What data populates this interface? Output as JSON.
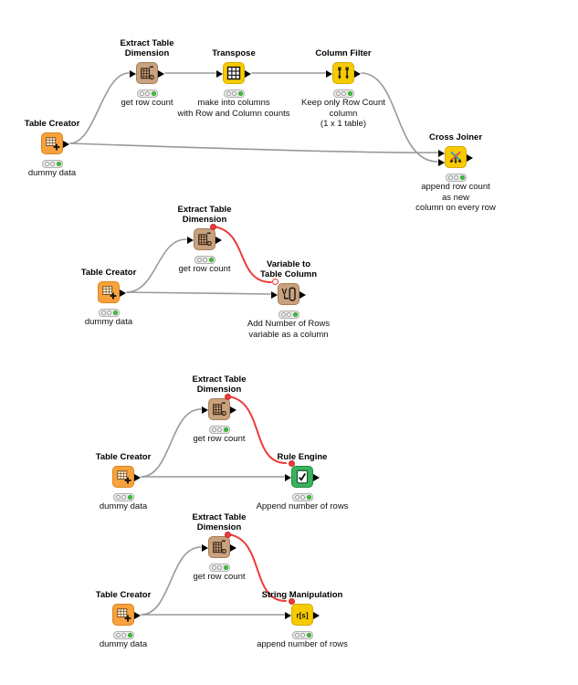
{
  "app": {
    "name": "KNIME workflow editor canvas"
  },
  "colors": {
    "source_node": "#F9A13C",
    "manipulator_tan": "#C8A17E",
    "manipulator_yellow": "#F7CB00",
    "manipulator_green": "#39B25E",
    "flow_variable_red": "#EE3A3A",
    "connection_grey": "#999999",
    "traffic_light_green": "#3EC63E"
  },
  "nodes": [
    {
      "name": "Table Creator",
      "title": [
        "Table Creator"
      ],
      "label": [
        "dummy data"
      ],
      "status": "executed"
    },
    {
      "name": "Extract Table Dimension",
      "title": [
        "Extract Table",
        "Dimension"
      ],
      "label": [
        "get row count"
      ],
      "status": "executed"
    },
    {
      "name": "Transpose",
      "title": [
        "Transpose"
      ],
      "label": [
        "make into columns",
        "with Row and Column counts"
      ],
      "status": "executed"
    },
    {
      "name": "Column Filter",
      "title": [
        "Column Filter"
      ],
      "label": [
        "Keep only Row Count",
        "column",
        "(1 x 1 table)"
      ],
      "status": "executed"
    },
    {
      "name": "Cross Joiner",
      "title": [
        "Cross Joiner"
      ],
      "label": [
        "append row count",
        "as new",
        "column on every row"
      ],
      "status": "executed"
    },
    {
      "name": "Table Creator",
      "title": [
        "Table Creator"
      ],
      "label": [
        "dummy data"
      ],
      "status": "executed"
    },
    {
      "name": "Extract Table Dimension",
      "title": [
        "Extract Table",
        "Dimension"
      ],
      "label": [
        "get row count"
      ],
      "status": "executed"
    },
    {
      "name": "Variable to Table Column",
      "title": [
        "Variable to",
        "Table Column"
      ],
      "label": [
        "Add Number of Rows",
        "variable as a column"
      ],
      "status": "executed"
    },
    {
      "name": "Table Creator",
      "title": [
        "Table Creator"
      ],
      "label": [
        "dummy data"
      ],
      "status": "executed"
    },
    {
      "name": "Extract Table Dimension",
      "title": [
        "Extract Table",
        "Dimension"
      ],
      "label": [
        "get row count"
      ],
      "status": "executed"
    },
    {
      "name": "Rule Engine",
      "title": [
        "Rule Engine"
      ],
      "label": [
        "Append number of rows"
      ],
      "status": "executed"
    },
    {
      "name": "Table Creator",
      "title": [
        "Table Creator"
      ],
      "label": [
        "dummy data"
      ],
      "status": "executed"
    },
    {
      "name": "Extract Table Dimension",
      "title": [
        "Extract Table",
        "Dimension"
      ],
      "label": [
        "get row count"
      ],
      "status": "executed"
    },
    {
      "name": "String Manipulation",
      "title": [
        "String Manipulation"
      ],
      "label": [
        "append number of rows"
      ],
      "status": "executed"
    }
  ],
  "connections": [
    {
      "from": "Table Creator #1",
      "to": "Extract Table Dimension #1",
      "type": "data"
    },
    {
      "from": "Extract Table Dimension #1",
      "to": "Transpose",
      "type": "data"
    },
    {
      "from": "Transpose",
      "to": "Column Filter",
      "type": "data"
    },
    {
      "from": "Column Filter",
      "to": "Cross Joiner (port 2)",
      "type": "data"
    },
    {
      "from": "Table Creator #1",
      "to": "Cross Joiner (port 1)",
      "type": "data"
    },
    {
      "from": "Table Creator #2",
      "to": "Extract Table Dimension #2",
      "type": "data"
    },
    {
      "from": "Table Creator #2",
      "to": "Variable to Table Column",
      "type": "data"
    },
    {
      "from": "Extract Table Dimension #2",
      "to": "Variable to Table Column",
      "type": "flow-variable"
    },
    {
      "from": "Table Creator #3",
      "to": "Extract Table Dimension #3",
      "type": "data"
    },
    {
      "from": "Table Creator #3",
      "to": "Rule Engine",
      "type": "data"
    },
    {
      "from": "Extract Table Dimension #3",
      "to": "Rule Engine",
      "type": "flow-variable"
    },
    {
      "from": "Table Creator #4",
      "to": "Extract Table Dimension #4",
      "type": "data"
    },
    {
      "from": "Table Creator #4",
      "to": "String Manipulation",
      "type": "data"
    },
    {
      "from": "Extract Table Dimension #4",
      "to": "String Manipulation",
      "type": "flow-variable"
    }
  ]
}
